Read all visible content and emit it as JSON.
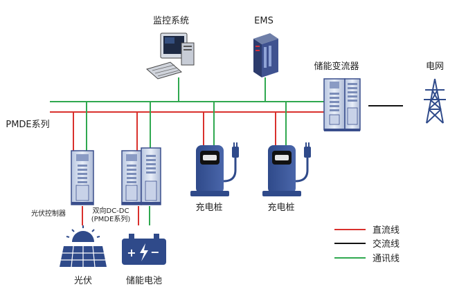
{
  "colors": {
    "dc": "#d9302c",
    "ac": "#111111",
    "comm": "#2fa84f",
    "device": "#3a4e8c"
  },
  "labels": {
    "monitoring": "监控系统",
    "ems": "EMS",
    "pcs": "储能变流器",
    "grid": "电网",
    "pmde_series": "PMDE系列",
    "pv_controller": "光伏控制器",
    "bidirectional_dcdc": "双向DC-DC",
    "bidirectional_dcdc_sub": "(PMDE系列)",
    "charger1": "充电桩",
    "charger2": "充电桩",
    "pv": "光伏",
    "battery": "储能电池"
  },
  "legend": {
    "dc_line": "直流线",
    "ac_line": "交流线",
    "comm_line": "通讯线"
  }
}
